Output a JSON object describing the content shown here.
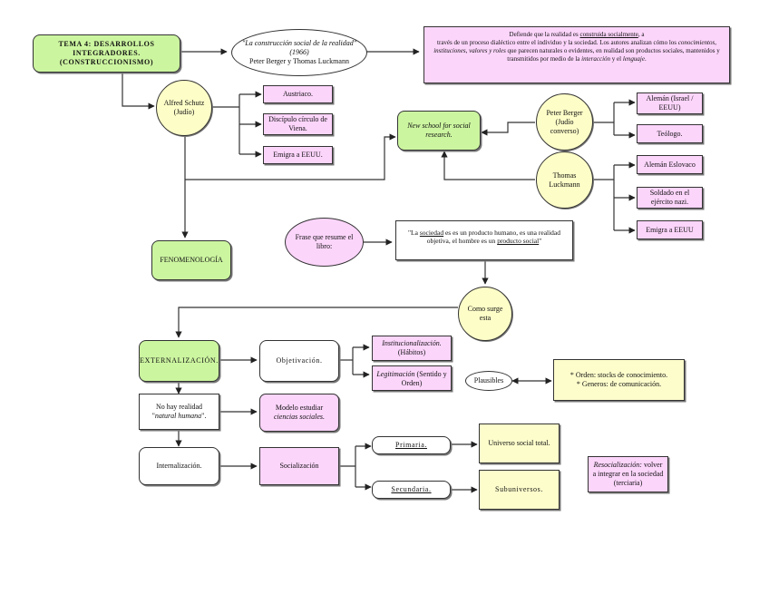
{
  "colors": {
    "green_node": "#ccf5a0",
    "pink_node": "#fcd5fb",
    "yellow_node": "#fdfdcc",
    "circle_node": "#fdfdc8",
    "stroke": "#333333"
  },
  "nodes": {
    "tema": {
      "line1": "TEMA 4: DESARROLLOS INTEGRADORES.",
      "line2": "(CONSTRUCCIONISMO)"
    },
    "book": {
      "title": "\"La construcción social de la realidad\"",
      "year": "(1966)",
      "authors": "Peter Berger y Thomas Luckmann"
    },
    "definition": {
      "p1_pre": "Defiende que la realidad es ",
      "p1_u": "construida socialmente",
      "p1_post": ", a",
      "p2": "través de un proceso dialéctico entre el individuo y la sociedad. Los autores analizan cómo los ",
      "p2_i1": "conocimientos",
      "p2_s1": ", ",
      "p2_i2": "instituciones",
      "p2_s2": ", ",
      "p2_i3": "valores y roles",
      "p2_s3": " que parecen naturales o evidentes, en realidad son productos sociales, mantenidos y transmitidos por medio de la ",
      "p2_i4": "interacción",
      "p2_s4": " y el ",
      "p2_i5": "lenguaje",
      "p2_end": "."
    },
    "schutz": {
      "line1": "Alfred Schutz",
      "line2": "(Judío)"
    },
    "schutz_facts": [
      "Austriaco.",
      "Discípulo círculo de Viena.",
      "Emigra a EEUU."
    ],
    "new_school": {
      "label": "New school for social research."
    },
    "berger": {
      "line1": "Peter Berger",
      "line2": "(Judío",
      "line3": "converso)"
    },
    "berger_facts": [
      "Alemán (Israel / EEUU)",
      "Teólogo."
    ],
    "luckmann": {
      "line1": "Thomas",
      "line2": "Luckmann"
    },
    "luckmann_facts": [
      "Alemán Eslovaco",
      "Soldado en el ejército nazi.",
      "Emigra a EEUU"
    ],
    "fenomenologia": {
      "label": "FENOMENOLOGÍA"
    },
    "frase": {
      "label": "Frase que resume el libro:"
    },
    "quote": {
      "q_pre": "\"La ",
      "q_u1": "sociedad",
      "q_mid": " es es un producto humano, es una realidad objetiva, el hombre es un ",
      "q_u2": "producto social",
      "q_end": "\""
    },
    "como_surge": {
      "label": "Como surge esta"
    },
    "externalizacion": {
      "label": "EXTERNALIZACIÓN."
    },
    "objetivacion": {
      "label": "Objetivación."
    },
    "institucionalizacion": {
      "italic": "Institucionalización.",
      "plain": "(Hábitos)"
    },
    "legitimacion": {
      "italic": "Legitimación",
      "plain": " (Sentido y Orden)"
    },
    "plausibles": {
      "label": "Plausibles"
    },
    "plausibles_info": [
      "* Orden: stocks de conocimiento.",
      "* Generos: de comunicación."
    ],
    "no_hay_realidad": {
      "line1": "No hay realidad",
      "q_open": "\"",
      "italic": "natural humana",
      "q_close": "\"."
    },
    "modelo": {
      "line1": "Modelo estudiar",
      "italic": "ciencias sociales."
    },
    "internalizacion": {
      "label": "Internalización."
    },
    "socializacion": {
      "label": "Socialización"
    },
    "primaria": {
      "label": "Primaria."
    },
    "secundaria": {
      "label": "Secundaria."
    },
    "universo": {
      "label": "Universo social total."
    },
    "subuniversos": {
      "label": "Subuniversos."
    },
    "resocializacion": {
      "italic": "Resocialización:",
      "plain": " volver a integrar en la sociedad (terciaria)"
    }
  }
}
